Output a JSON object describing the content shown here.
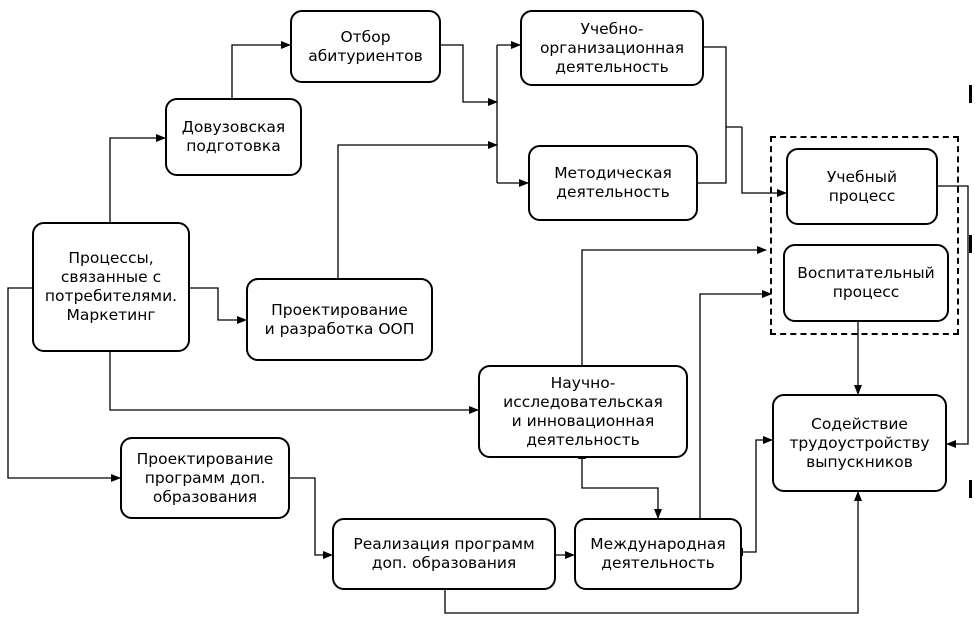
{
  "nodes": {
    "processes_marketing": "Процессы,\nсвязанные с\nпотребителями.\nМаркетинг",
    "pre_university": "Довузовская\nподготовка",
    "applicant_selection": "Отбор\nабитуриентов",
    "academic_org": "Учебно-\nорганизационная\nдеятельность",
    "methodical": "Методическая\nдеятельность",
    "educational_process": "Учебный\nпроцесс",
    "upbringing_process": "Воспитательный\nпроцесс",
    "oop_design": "Проектирование\nи разработка ООП",
    "research_innovation": "Научно-\nисследовательская\nи инновационная\nдеятельность",
    "employment_support": "Содействие\nтрудоустройству\nвыпускников",
    "add_programs_design": "Проектирование\nпрограмм доп.\nобразования",
    "add_programs_impl": "Реализация программ\nдоп. образования",
    "international": "Международная\nдеятельность"
  },
  "colors": {
    "stroke": "#000000",
    "background": "#ffffff"
  }
}
